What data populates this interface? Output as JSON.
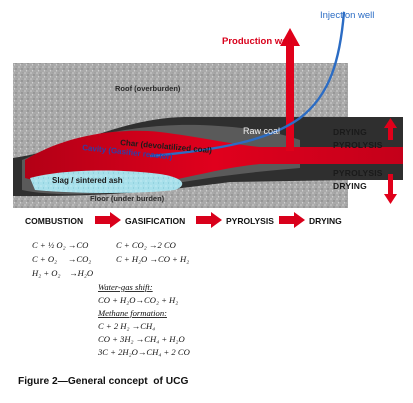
{
  "wells": {
    "injection": "Injection well",
    "production": "Production well"
  },
  "zones": {
    "roof": "Roof (overburden)",
    "raw_coal": "Raw coal",
    "char": "Char (devolatilized coal)",
    "cavity": "Cavity (Gasifier reactor)",
    "slag": "Slag / sintered ash",
    "floor": "Floor (under burden)"
  },
  "side_labels": {
    "upper_1": "DRYING",
    "upper_2": "PYROLYSIS",
    "lower_1": "PYROLYSIS",
    "lower_2": "DRYING"
  },
  "stages": [
    "COMBUSTION",
    "GASIFICATION",
    "PYROLYSIS",
    "DRYING"
  ],
  "reactions_left": [
    "C + ½ O₂ →CO",
    "C + O₂     →CO₂",
    "H₂ + O₂    →H₂O"
  ],
  "reactions_right": [
    "C + CO₂ →2 CO",
    "C + H₂O →CO + H₂"
  ],
  "water_gas_shift": {
    "heading": "Water-gas shift:",
    "lines": [
      "CO + H₂O→CO₂ + H₂"
    ]
  },
  "methane_formation": {
    "heading": "Methane formation:",
    "lines": [
      "C + 2 H₂ →CH₄",
      "CO + 3H₂ →CH₄ + H₂O",
      "3C + 2H₂O→CH₄ + 2 CO"
    ]
  },
  "caption": "Figure 2—General concept  of UCG",
  "colors": {
    "rock": "#a6a6a6",
    "coal_seam": "#2e2e2e",
    "char": "#5f5f5f",
    "cavity": "#d9001b",
    "slag": "#9fdce8",
    "injection_line": "#2b6cc4",
    "production_arrow": "#e0001a",
    "stage_arrow": "#d9001b"
  }
}
